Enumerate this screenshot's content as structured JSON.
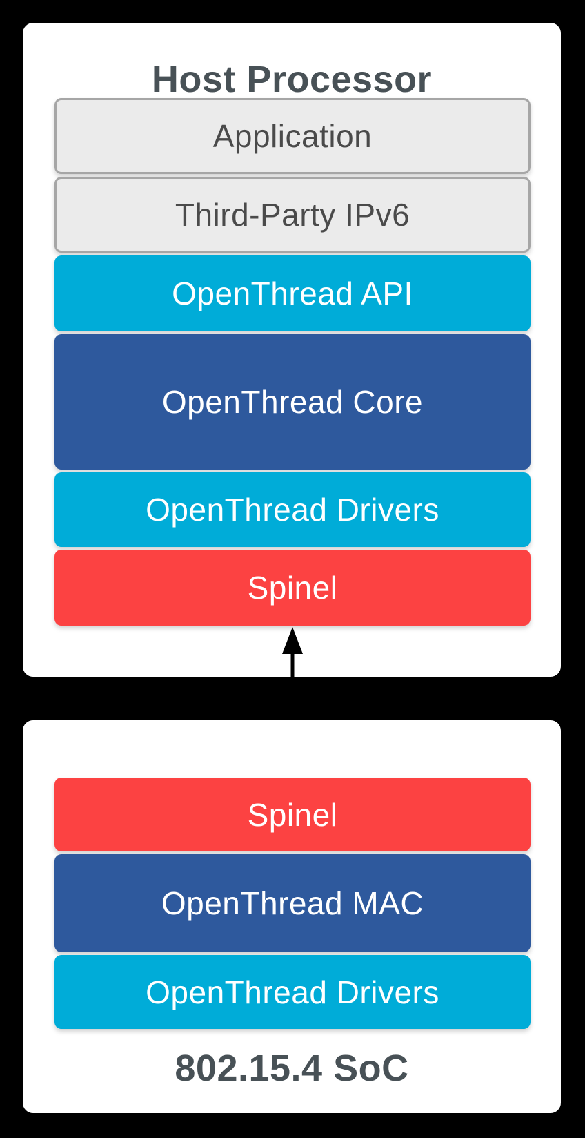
{
  "palette": {
    "background": "#000000",
    "panel": "#FFFFFF",
    "gray_layer_bg": "#EBEBEB",
    "gray_layer_border": "#A6A6A6",
    "cyan": "#00ACD8",
    "blue": "#2E599D",
    "red": "#FC4242",
    "heading_text": "#485156",
    "layer_text_light": "#FFFFFF",
    "layer_text_dark": "#4A4A4A",
    "arrow": "#000000"
  },
  "host": {
    "title": "Host Processor",
    "layers": [
      {
        "label": "Application",
        "color": "gray"
      },
      {
        "label": "Third-Party IPv6",
        "color": "gray"
      },
      {
        "label": "OpenThread API",
        "color": "cyan"
      },
      {
        "label": "OpenThread Core",
        "color": "blue"
      },
      {
        "label": "OpenThread Drivers",
        "color": "cyan"
      },
      {
        "label": "Spinel",
        "color": "red"
      }
    ]
  },
  "soc": {
    "title": "802.15.4 SoC",
    "layers": [
      {
        "label": "Spinel",
        "color": "red"
      },
      {
        "label": "OpenThread MAC",
        "color": "blue"
      },
      {
        "label": "OpenThread Drivers",
        "color": "cyan"
      }
    ]
  },
  "connector": {
    "style": "double-headed-vertical-arrow"
  }
}
